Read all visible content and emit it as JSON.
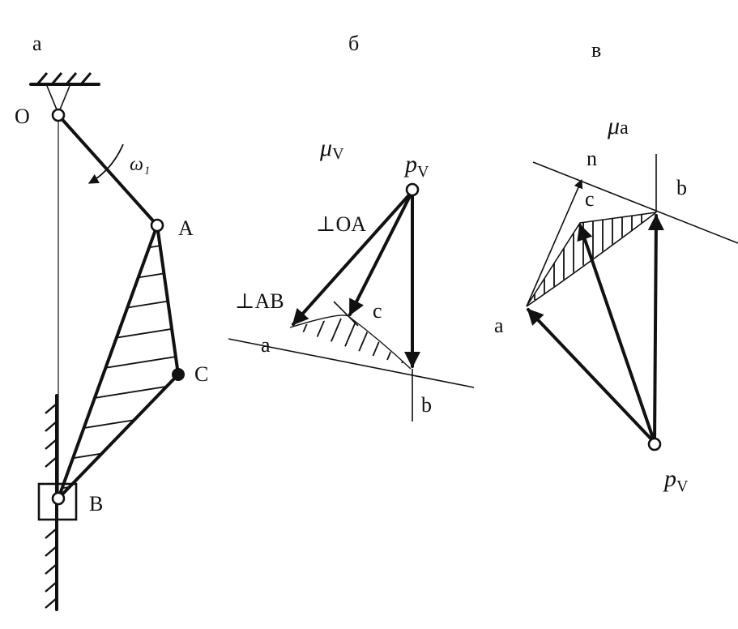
{
  "panels": {
    "a": {
      "letter": "а",
      "O": "О",
      "A": "А",
      "B": "В",
      "C": "С",
      "omega": "ω₁"
    },
    "b": {
      "letter": "б",
      "scale": "μ",
      "scale_sub": "V",
      "pole": "p",
      "pole_sub": "V",
      "perp_oa": "⊥OA",
      "perp_ab": "⊥AB",
      "a": "a",
      "b": "b",
      "c": "c"
    },
    "v": {
      "letter": "в",
      "scale": "μ",
      "scale_sub": "a",
      "pole": "p",
      "pole_sub": "V",
      "n": "n",
      "a": "a",
      "b": "b",
      "c": "c"
    }
  },
  "colors": {
    "ink": "#111111",
    "paper": "#ffffff"
  }
}
